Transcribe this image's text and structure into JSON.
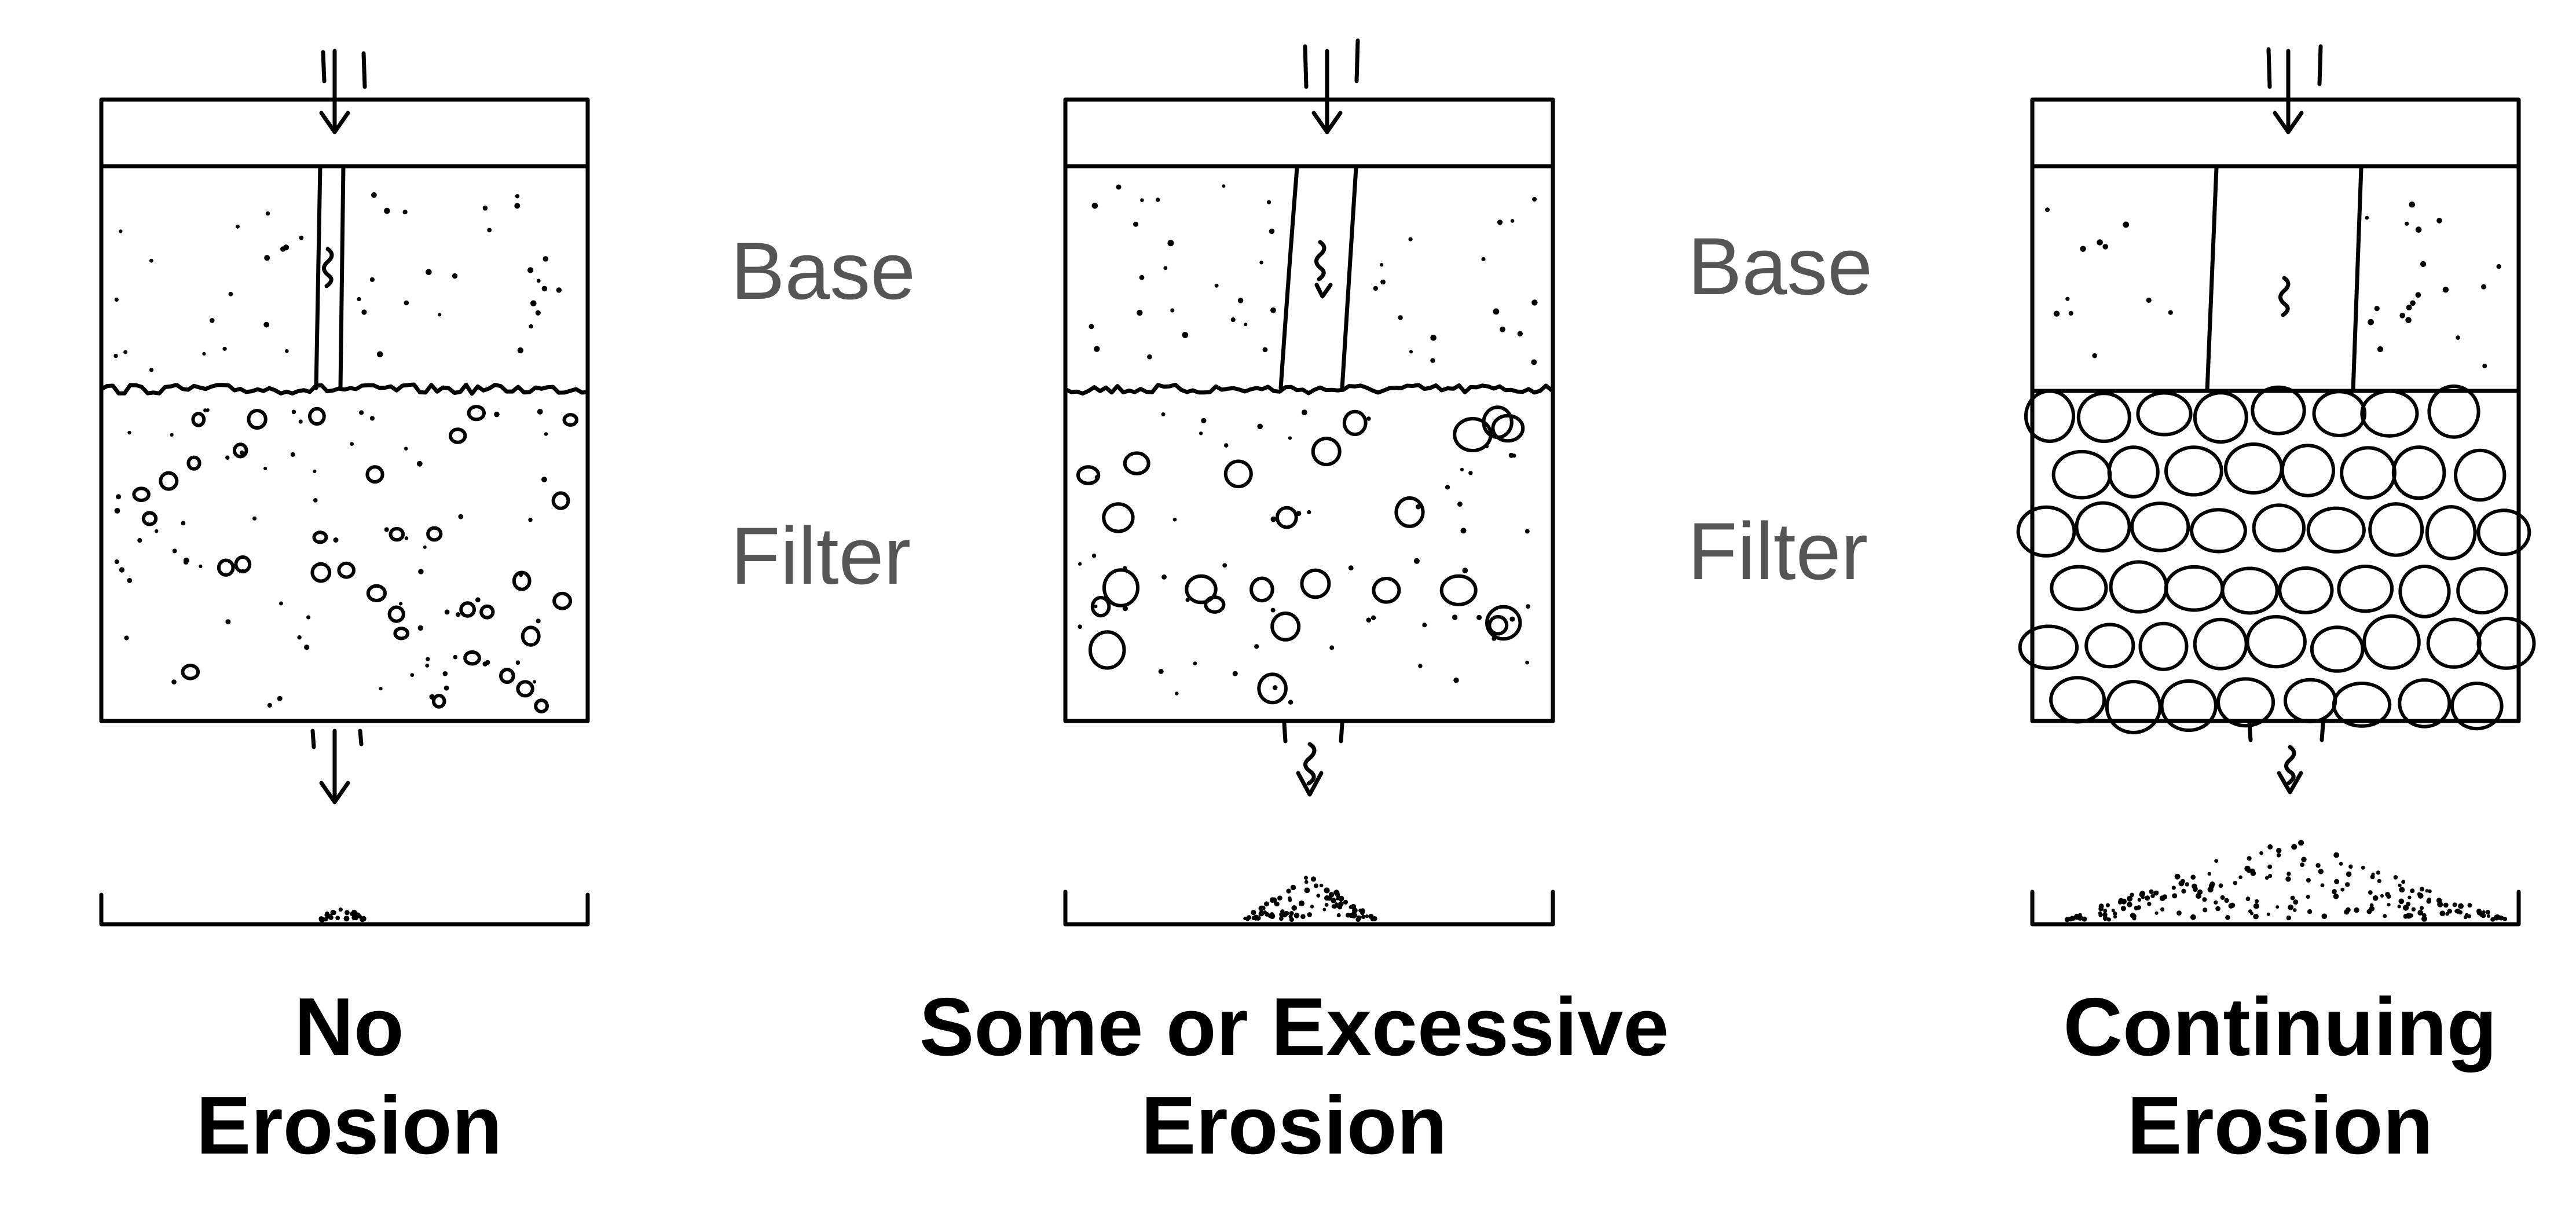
{
  "layer_labels": {
    "base": "Base",
    "filter": "Filter"
  },
  "panels": [
    {
      "id": "no-erosion",
      "caption_line1": "No",
      "caption_line2": "Erosion",
      "filter_particle_size": "fine",
      "interface": "ragged",
      "crack_width": "narrow",
      "collected_fines_amount": "trace"
    },
    {
      "id": "some-or-excessive-erosion",
      "caption_line1": "Some or Excessive",
      "caption_line2": "Erosion",
      "filter_particle_size": "medium",
      "interface": "ragged",
      "crack_width": "medium",
      "collected_fines_amount": "small pile"
    },
    {
      "id": "continuing-erosion",
      "caption_line1": "Continuing",
      "caption_line2": "Erosion",
      "filter_particle_size": "coarse",
      "interface": "straight",
      "crack_width": "wide",
      "collected_fines_amount": "large pile"
    }
  ],
  "colors": {
    "ink": "#000000",
    "label_gray": "#555555",
    "background": "#ffffff"
  }
}
